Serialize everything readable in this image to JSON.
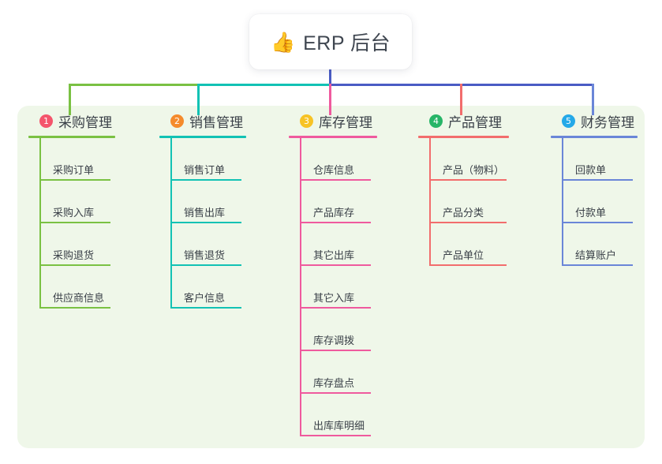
{
  "diagram": {
    "type": "mind-map",
    "root": {
      "icon": "thumbs-up-icon",
      "emoji": "👍",
      "title": "ERP 后台"
    },
    "panel_color": "#eff7e9",
    "bus_segments": [
      {
        "name": "bus-green",
        "color": "#7ac143"
      },
      {
        "name": "bus-teal",
        "color": "#12c2b4"
      },
      {
        "name": "bus-blue",
        "color": "#4a5bc4"
      }
    ],
    "columns": [
      {
        "number": "1",
        "title": "采购管理",
        "badge_color": "#f4556c",
        "line_color": "#7ac143",
        "items": [
          "采购订单",
          "采购入库",
          "采购退货",
          "供应商信息"
        ]
      },
      {
        "number": "2",
        "title": "销售管理",
        "badge_color": "#f58b2c",
        "line_color": "#12c2b4",
        "items": [
          "销售订单",
          "销售出库",
          "销售退货",
          "客户信息"
        ]
      },
      {
        "number": "3",
        "title": "库存管理",
        "badge_color": "#f7c325",
        "line_color": "#ef5a9e",
        "items": [
          "仓库信息",
          "产品库存",
          "其它出库",
          "其它入库",
          "库存调拨",
          "库存盘点",
          "出库库明细"
        ]
      },
      {
        "number": "4",
        "title": "产品管理",
        "badge_color": "#27b567",
        "line_color": "#f26d6d",
        "items": [
          "产品（物料）",
          "产品分类",
          "产品单位"
        ]
      },
      {
        "number": "5",
        "title": "财务管理",
        "badge_color": "#24a9e8",
        "line_color": "#6a86d8",
        "items": [
          "回款单",
          "付款单",
          "结算账户"
        ]
      }
    ]
  }
}
